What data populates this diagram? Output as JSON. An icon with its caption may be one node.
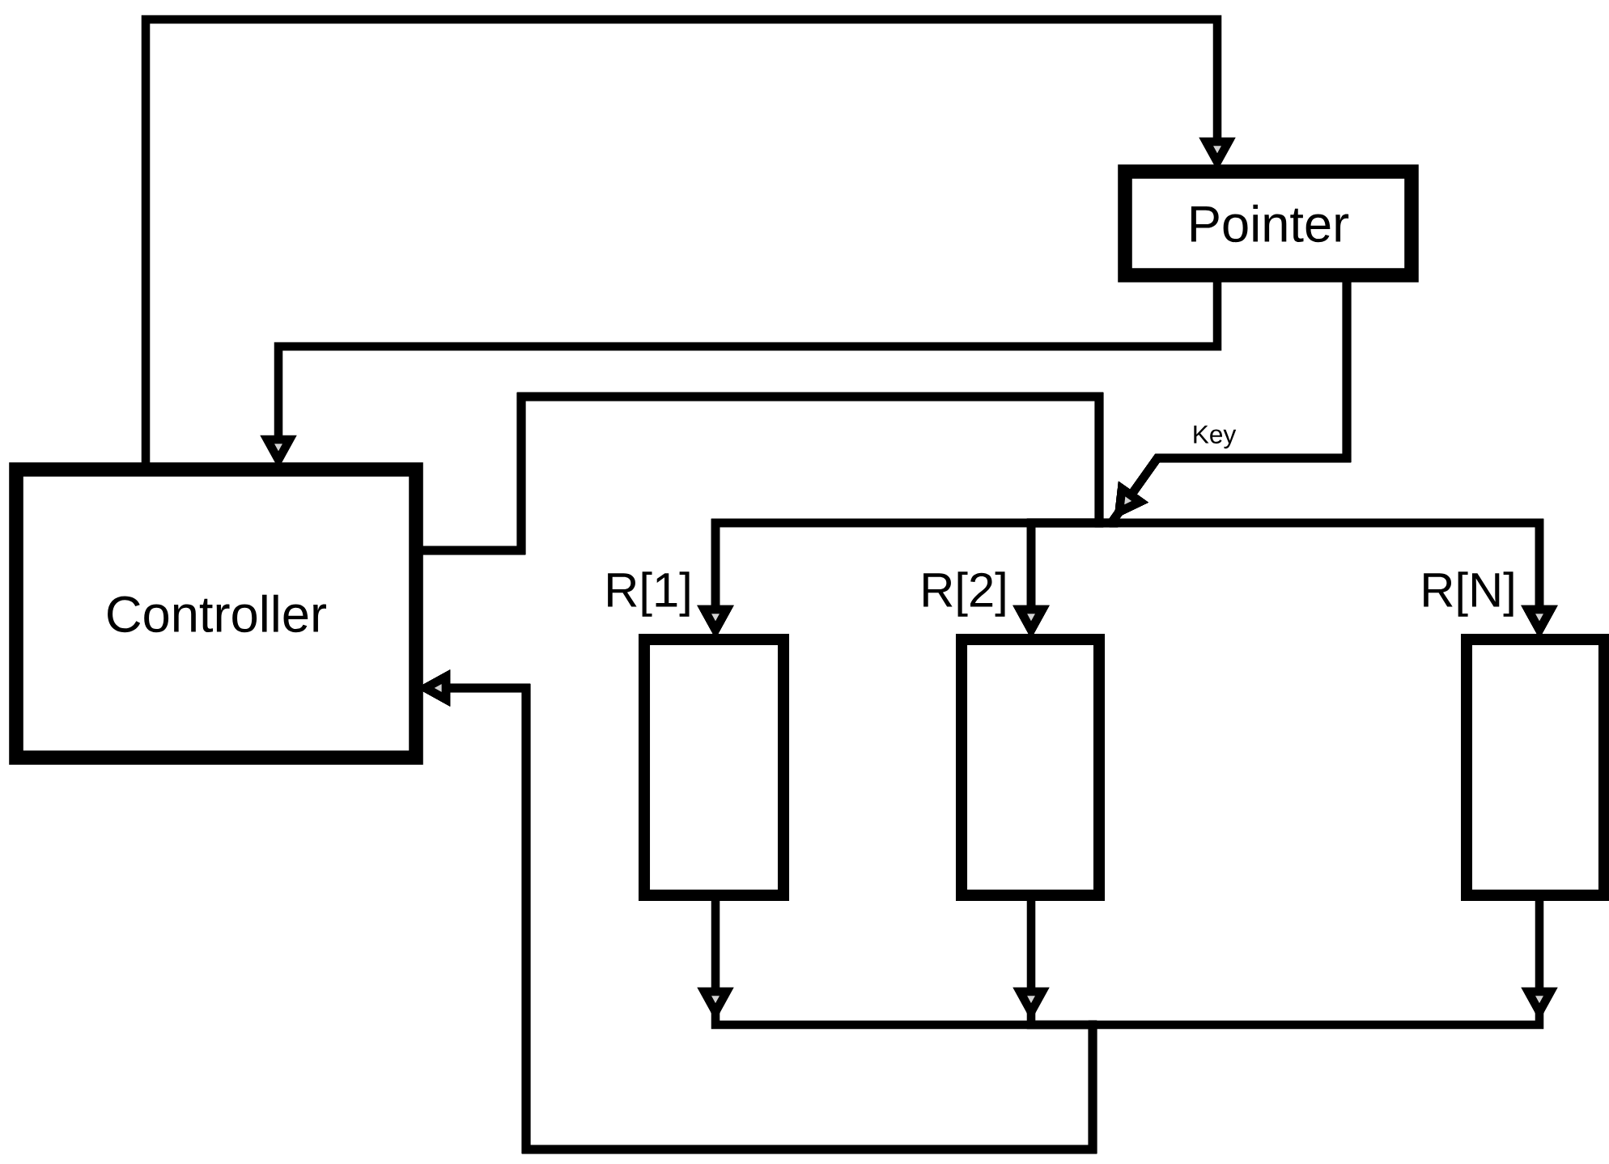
{
  "diagram": {
    "nodes": [
      {
        "text": [
          "Pointer"
        ]
      },
      {
        "text": [
          "Controller"
        ]
      },
      {
        "text": [
          "R[1]"
        ]
      },
      {
        "text": [
          "R[2]"
        ]
      },
      {
        "text": [
          "R[N]"
        ]
      }
    ],
    "edges": [
      {
        "from": 1,
        "to": 0,
        "arrow": "to"
      },
      {
        "from": 0,
        "to": 1,
        "arrow": "to"
      },
      {
        "from": 1,
        "to": 2,
        "arrow": "to"
      },
      {
        "from": 1,
        "to": 3,
        "arrow": "to"
      },
      {
        "from": 1,
        "to": 4,
        "arrow": "to"
      },
      {
        "from": 0,
        "to": 2,
        "arrow": "to",
        "label": "Key"
      },
      {
        "from": 0,
        "to": 3,
        "arrow": "to"
      },
      {
        "from": 0,
        "to": 4,
        "arrow": "to"
      },
      {
        "from": 2,
        "to": 1,
        "arrow": "to"
      },
      {
        "from": 3,
        "to": 1,
        "arrow": "to"
      },
      {
        "from": 4,
        "to": 1,
        "arrow": "to"
      }
    ]
  }
}
